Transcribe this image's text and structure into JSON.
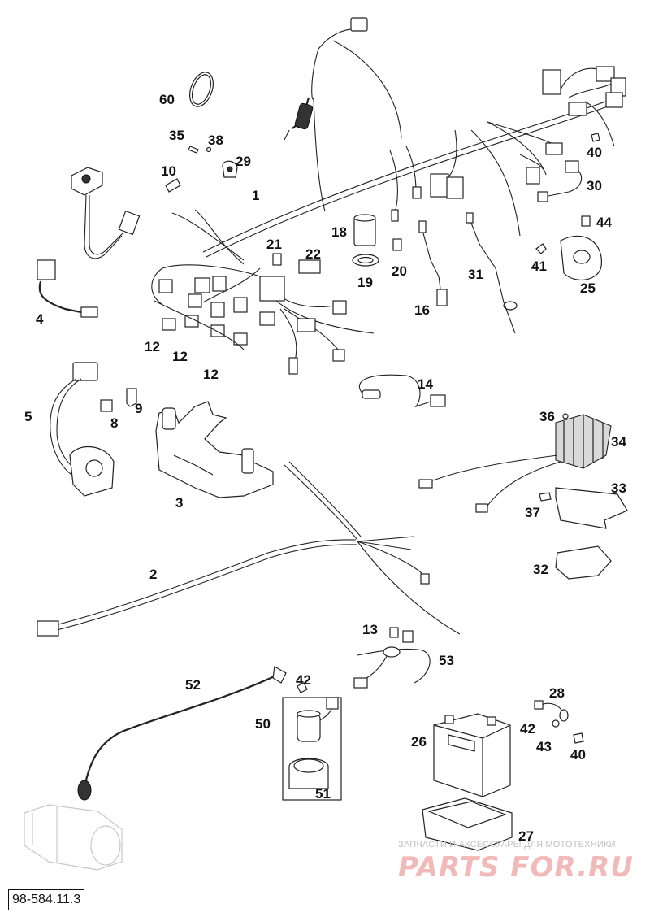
{
  "diagram": {
    "drawing_code": "98-584.11.3",
    "watermark": {
      "tagline": "ЗАПЧАСТИ И АКСЕССУАРЫ ДЛЯ МОТОТЕХНИКИ",
      "brand": "PARTS FOR.RU"
    },
    "part_labels": {
      "p60": "60",
      "p35": "35",
      "p38": "38",
      "p29": "29",
      "p10": "10",
      "p1": "1",
      "p40a": "40",
      "p30": "30",
      "p44": "44",
      "p41": "41",
      "p25": "25",
      "p18": "18",
      "p21": "21",
      "p22": "22",
      "p19": "19",
      "p20": "20",
      "p31": "31",
      "p16": "16",
      "p4": "4",
      "p12a": "12",
      "p12b": "12",
      "p12c": "12",
      "p14": "14",
      "p5": "5",
      "p9": "9",
      "p8": "8",
      "p3": "3",
      "p36": "36",
      "p34": "34",
      "p33": "33",
      "p37": "37",
      "p32": "32",
      "p2": "2",
      "p13": "13",
      "p53": "53",
      "p52": "52",
      "p42a": "42",
      "p50": "50",
      "p51": "51",
      "p28": "28",
      "p42b": "42",
      "p43": "43",
      "p26": "26",
      "p40b": "40",
      "p27": "27"
    }
  }
}
